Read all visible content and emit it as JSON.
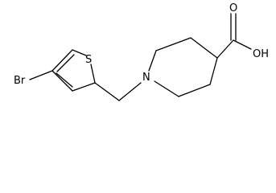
{
  "molecule": {
    "atoms": {
      "bromine": "Br",
      "sulfur": "S",
      "nitrogen": "N",
      "carbonyl_oxygen": "O",
      "hydroxyl": "OH"
    }
  },
  "colors": {
    "bond": "#000000",
    "label": "#000000",
    "background": "#ffffff"
  }
}
